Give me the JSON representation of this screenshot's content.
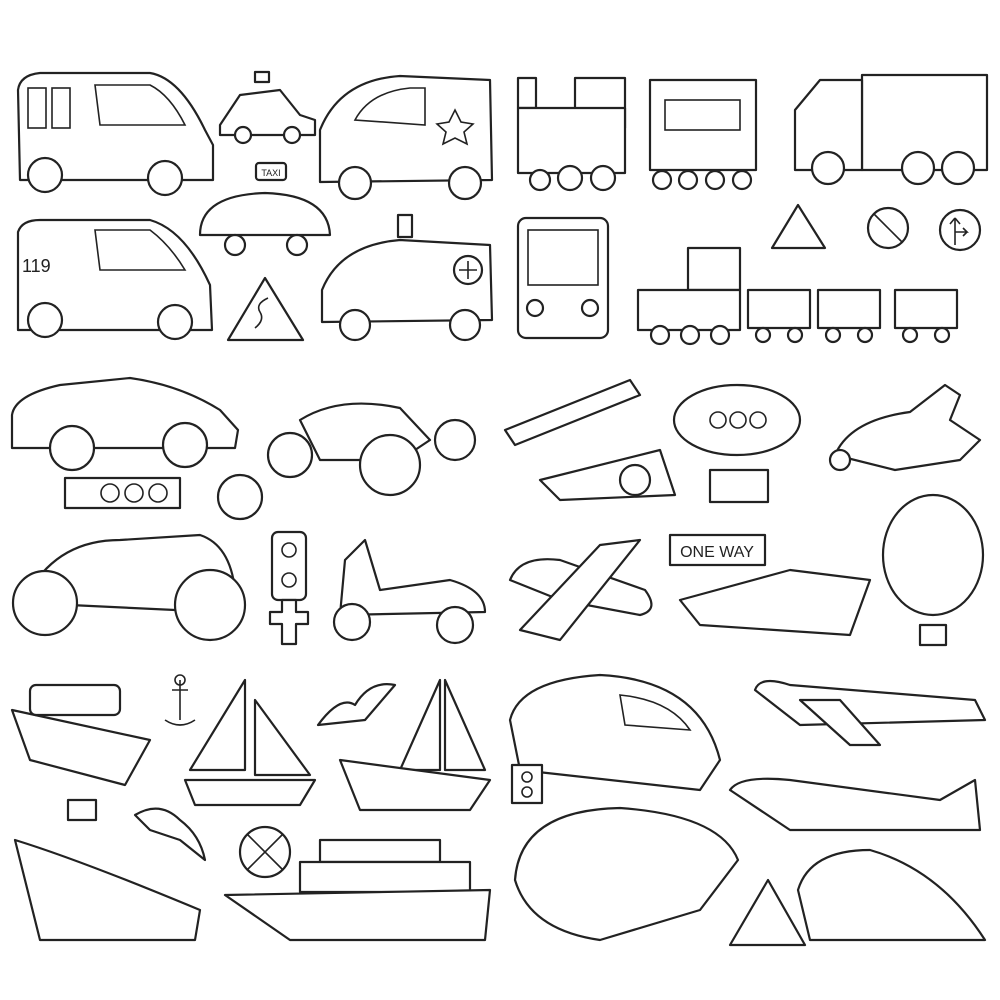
{
  "page": {
    "ambulance_number": "119",
    "taxi_sign": "TAXI",
    "one_way_sign": "ONE WAY",
    "colors": {
      "background": "#ffffff",
      "line": "#222222"
    }
  }
}
